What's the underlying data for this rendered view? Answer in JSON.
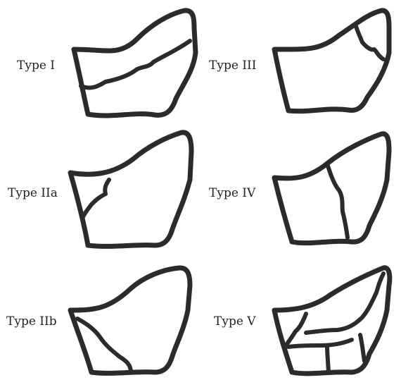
{
  "panels": [
    {
      "id": "type-1",
      "label": "Type I"
    },
    {
      "id": "type-3",
      "label": "Type III"
    },
    {
      "id": "type-2a",
      "label": "Type IIa"
    },
    {
      "id": "type-4",
      "label": "Type IV"
    },
    {
      "id": "type-2b",
      "label": "Type IIb"
    },
    {
      "id": "type-5",
      "label": "Type V"
    }
  ],
  "colors": {
    "ink": "#2b2b2b",
    "background": "#ffffff"
  }
}
